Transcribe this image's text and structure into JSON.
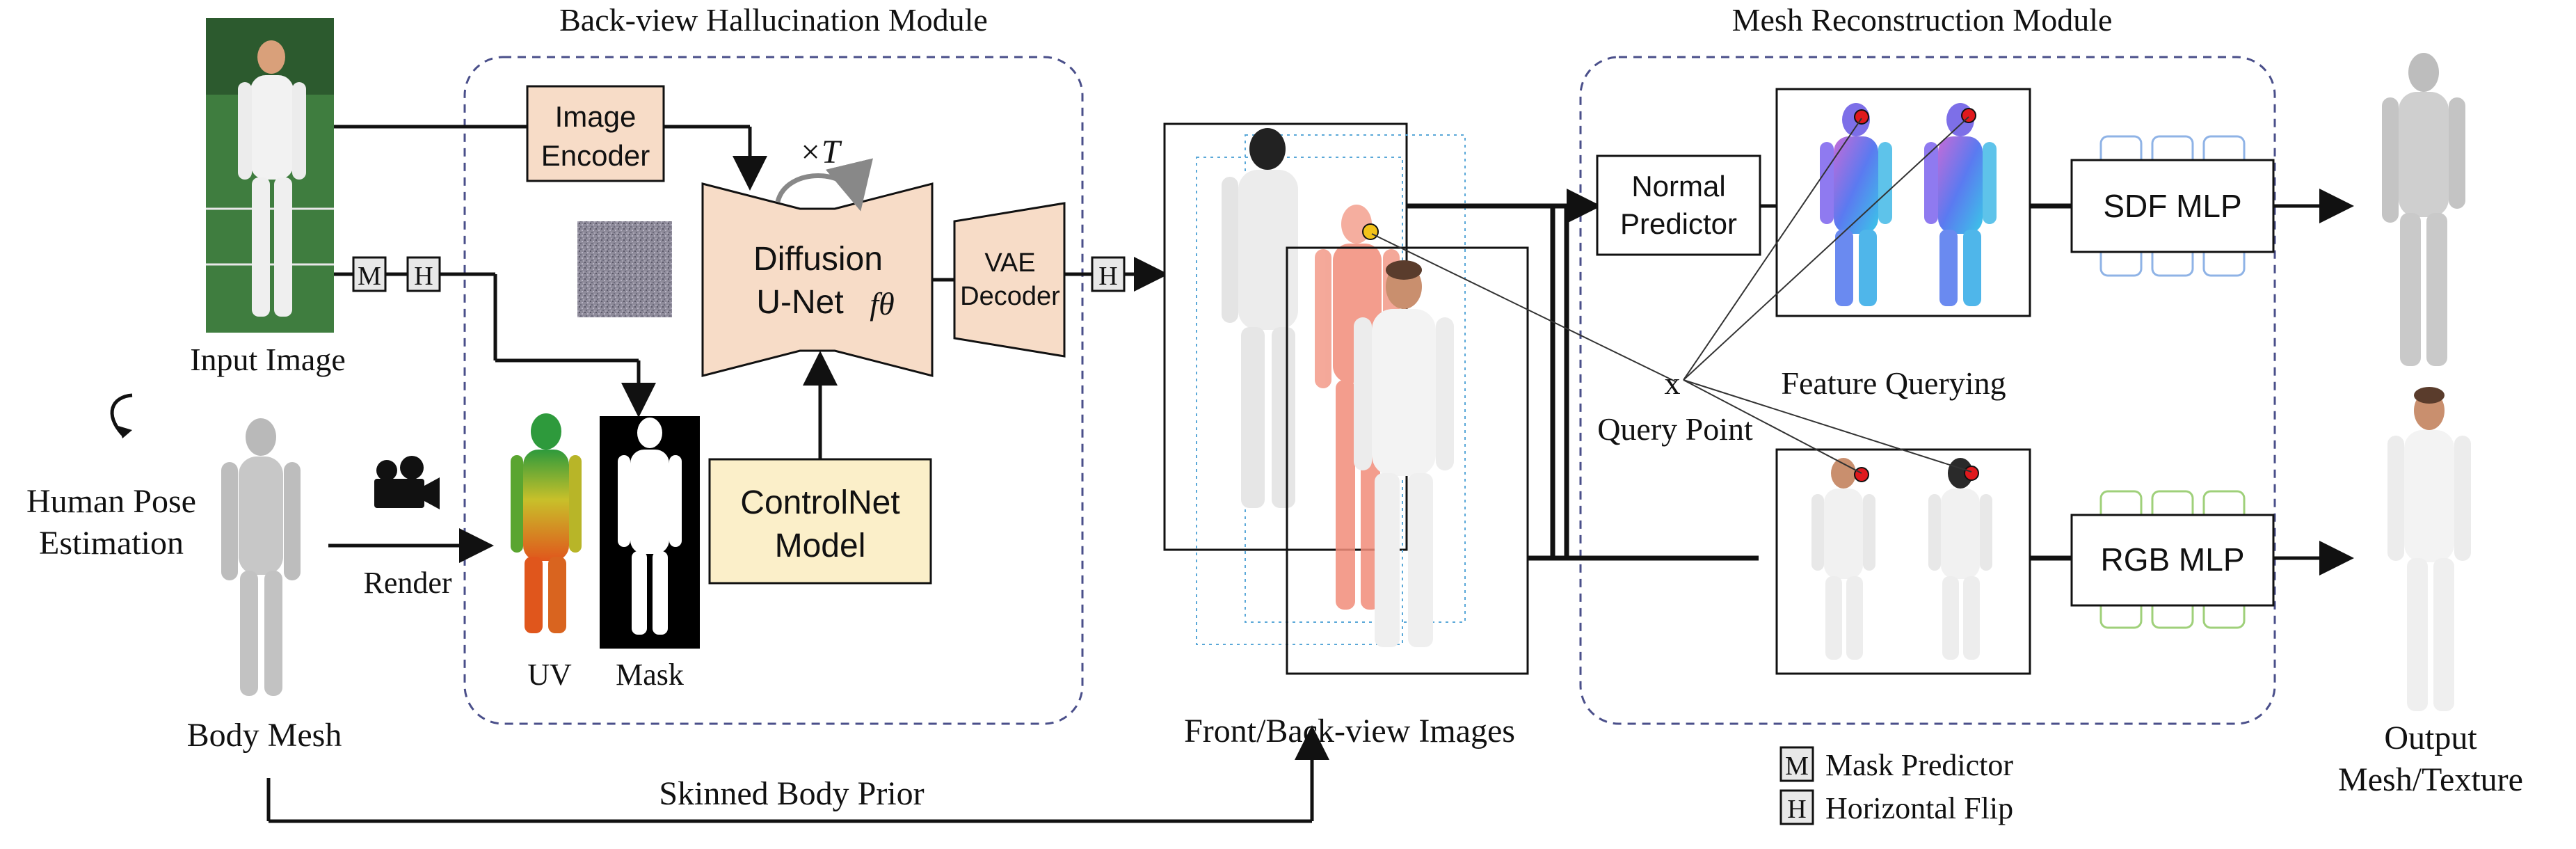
{
  "modules": {
    "back_view": "Back-view Hallucination Module",
    "mesh_recon": "Mesh Reconstruction Module"
  },
  "left": {
    "input_image": "Input Image",
    "pose_line1": "Human Pose",
    "pose_line2": "Estimation",
    "render": "Render",
    "body_mesh": "Body Mesh"
  },
  "blocks": {
    "image_encoder_1": "Image",
    "image_encoder_2": "Encoder",
    "times_t": "×T",
    "unet_1": "Diffusion",
    "unet_2": "U-Net",
    "unet_sym": "fθ",
    "vae_1": "VAE",
    "vae_2": "Decoder",
    "controlnet_1": "ControlNet",
    "controlnet_2": "Model",
    "uv": "UV",
    "mask": "Mask",
    "m": "M",
    "h": "H"
  },
  "middle": {
    "front_back": "Front/Back-view Images",
    "skinned": "Skinned Body Prior"
  },
  "right": {
    "normal_1": "Normal",
    "normal_2": "Predictor",
    "feature_querying": "Feature Querying",
    "query_x": "x",
    "query_point": "Query Point",
    "sdf_mlp": "SDF MLP",
    "rgb_mlp": "RGB MLP",
    "output_1": "Output",
    "output_2": "Mesh/Texture"
  },
  "legend": {
    "m_label": "Mask Predictor",
    "h_label": "Horizontal Flip"
  },
  "colors": {
    "module_border": "#4a4f8a",
    "encoder_fill": "#f7dcc7",
    "unet_fill": "#f7dcc7",
    "controlnet_fill": "#fbefc9",
    "mlp_sdf_accent": "#8fb3e6",
    "mlp_rgb_accent": "#9fd07a",
    "query_dot": "#f2c21a",
    "red_dot": "#e0191d"
  }
}
